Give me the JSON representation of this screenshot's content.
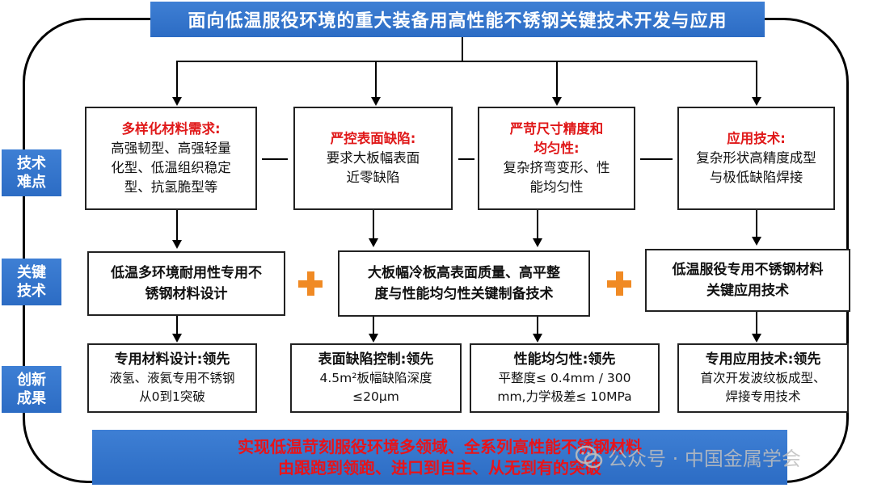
{
  "title": "面向低温服役环境的重大装备用高性能不锈钢关键技术开发与应用",
  "side_labels": [
    {
      "line1": "技术",
      "line2": "难点"
    },
    {
      "line1": "关键",
      "line2": "技术"
    },
    {
      "line1": "创新",
      "line2": "成果"
    }
  ],
  "difficulties": [
    {
      "heading": "多样化材料需求:",
      "lines": [
        "高强韧型、高强轻量",
        "化型、低温组织稳定",
        "型、抗氢脆型等"
      ]
    },
    {
      "heading": "严控表面缺陷:",
      "lines": [
        "要求大板幅表面",
        "近零缺陷"
      ]
    },
    {
      "heading_lines": [
        "严苛尺寸精度和",
        "均匀性:"
      ],
      "lines": [
        "复杂挤弯变形、性",
        "能均匀性"
      ]
    },
    {
      "heading": "应用技术:",
      "lines": [
        "复杂形状高精度成型",
        "与极低缺陷焊接"
      ]
    }
  ],
  "key_tech": [
    {
      "lines": [
        "低温多环境耐用性专用不",
        "锈钢材料设计"
      ]
    },
    {
      "lines": [
        "大板幅冷板高表面质量、高平整",
        "度与性能均匀性关键制备技术"
      ]
    },
    {
      "lines": [
        "低温服役专用不锈钢材料",
        "关键应用技术"
      ]
    }
  ],
  "results": [
    {
      "heading": "专用材料设计:领先",
      "lines": [
        "液氢、液氦专用不锈钢",
        "从0到1突破"
      ]
    },
    {
      "heading": "表面缺陷控制:领先",
      "lines": [
        "4.5m²板幅缺陷深度",
        "≤20μm"
      ]
    },
    {
      "heading": "性能均匀性:领先",
      "lines": [
        "平整度≤ 0.4mm / 300",
        "mm,力学极差≤ 10MPa"
      ]
    },
    {
      "heading": "专用应用技术:领先",
      "lines": [
        "首次开发波纹板成型、",
        "焊接专用技术"
      ]
    }
  ],
  "conclusion": {
    "line1": "实现低温苛刻服役环境多领域、全系列高性能不锈钢材料",
    "line2": "由跟跑到领跑、进口到自主、从无到有的突破"
  },
  "watermark": {
    "text": "公众号 · 中国金属学会",
    "icon": "wechat-icon"
  },
  "colors": {
    "accent_blue": "#2c6cc4",
    "heading_red": "#e0191a",
    "plus_orange": "#f08a24"
  }
}
